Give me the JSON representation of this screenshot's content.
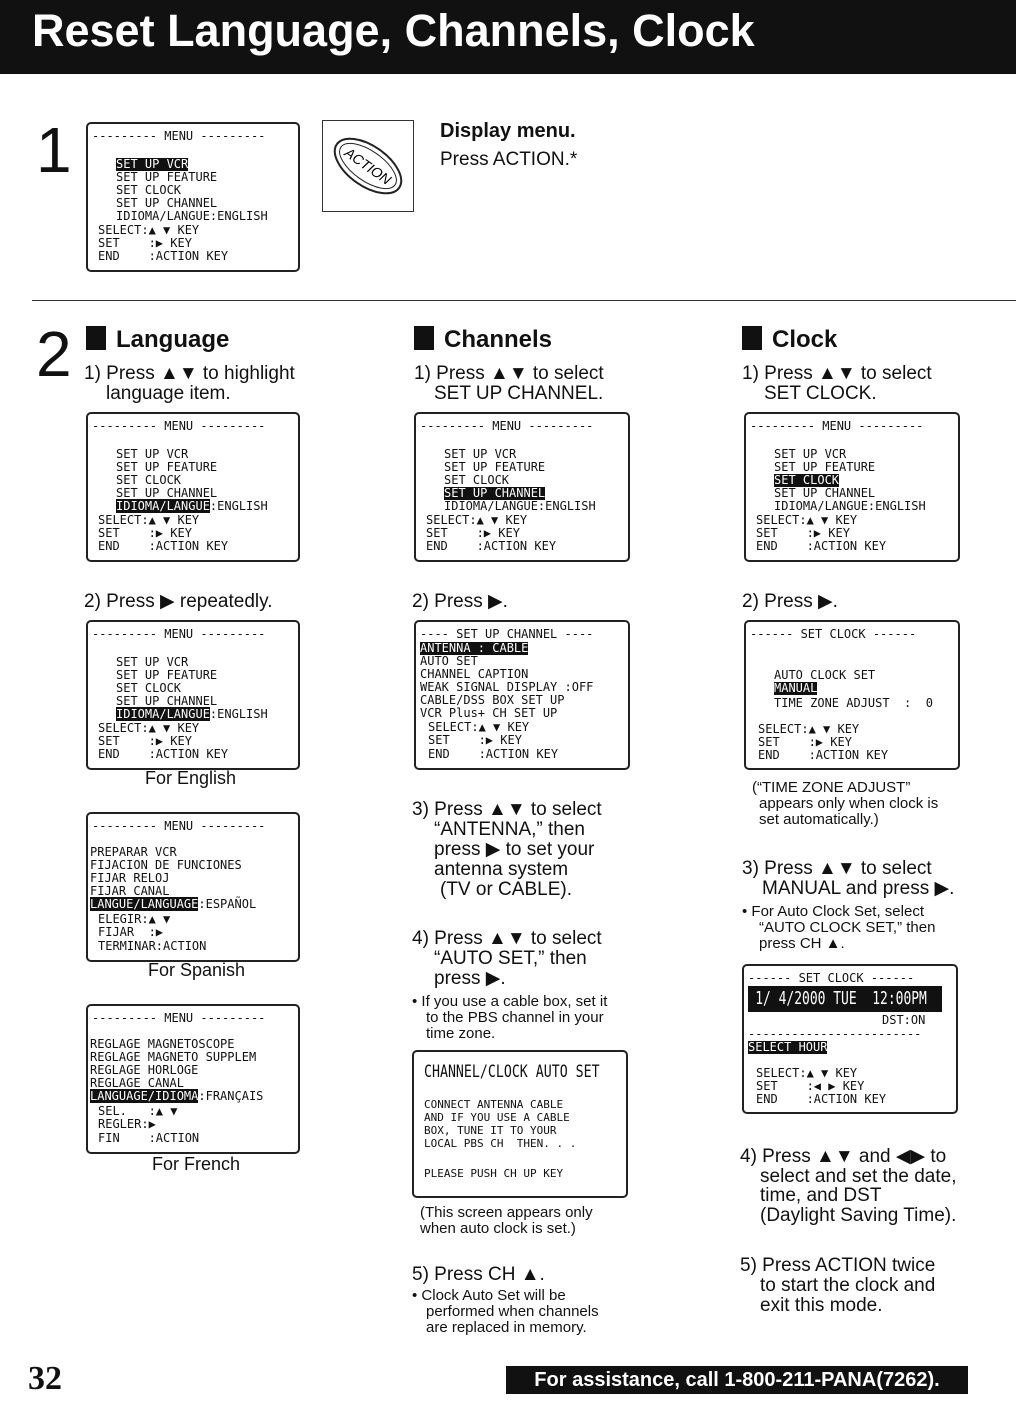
{
  "page": {
    "title": "Reset Language, Channels, Clock",
    "page_number": "32",
    "footer": "For assistance, call 1-800-211-PANA(7262)."
  },
  "step1": {
    "number": "1",
    "heading": "Display menu.",
    "instruction": "Press ACTION.*",
    "action_button_label": "ACTION",
    "menu": {
      "header": "--------- MENU ---------",
      "items": [
        "SET UP VCR",
        "SET UP FEATURE",
        "SET CLOCK",
        "SET UP CHANNEL",
        "IDIOMA/LANGUE:ENGLISH"
      ],
      "select": "SELECT:▲ ▼ KEY",
      "set": "SET    :▶ KEY",
      "end": "END    :ACTION KEY"
    }
  },
  "step2": {
    "number": "2",
    "language": {
      "heading": "Language",
      "s1": "1) Press ▲▼ to highlight",
      "s1b": "language item.",
      "s2": "2) Press ▶ repeatedly.",
      "menu1": {
        "header": "--------- MENU ---------",
        "i1": "SET UP VCR",
        "i2": "SET UP FEATURE",
        "i3": "SET CLOCK",
        "i4": "SET UP CHANNEL",
        "i5a": "IDIOMA/LANGUE",
        "i5b": ":ENGLISH",
        "select": "SELECT:▲ ▼ KEY",
        "set": "SET    :▶ KEY",
        "end": "END    :ACTION KEY"
      },
      "menu2_caption": "For English",
      "spanish": {
        "header": "--------- MENU ---------",
        "i1": "PREPARAR VCR",
        "i2": "FIJACION DE FUNCIONES",
        "i3": "FIJAR RELOJ",
        "i4": "FIJAR CANAL",
        "i5a": "LANGUE/LANGUAGE",
        "i5b": ":ESPAÑOL",
        "l6": "ELEGIR:▲ ▼",
        "l7": "FIJAR  :▶",
        "l8": "TERMINAR:ACTION",
        "caption": "For Spanish"
      },
      "french": {
        "header": "--------- MENU ---------",
        "i1": "REGLAGE MAGNETOSCOPE",
        "i2": "REGLAGE MAGNETO SUPPLEM",
        "i3": "REGLAGE HORLOGE",
        "i4": "REGLAGE CANAL",
        "i5a": "LANGUAGE/IDIOMA",
        "i5b": ":FRANÇAIS",
        "l6": "SEL.   :▲ ▼",
        "l7": "REGLER:▶",
        "l8": "FIN    :ACTION",
        "caption": "For French"
      }
    },
    "channels": {
      "heading": "Channels",
      "s1": "1) Press ▲▼ to select",
      "s1b": "SET UP CHANNEL.",
      "s2": "2) Press ▶.",
      "s3": [
        "3) Press ▲▼ to select",
        "“ANTENNA,” then",
        "press ▶ to set your",
        "antenna system",
        "(TV or CABLE)."
      ],
      "s4": [
        "4) Press ▲▼ to select",
        "“AUTO SET,” then",
        "press ▶."
      ],
      "note4": [
        "• If you use a cable box, set it",
        "to the PBS channel in your",
        "time zone."
      ],
      "autoset": {
        "title": "CHANNEL/CLOCK AUTO SET",
        "body": [
          "CONNECT ANTENNA CABLE",
          "AND IF YOU USE A CABLE",
          "BOX, TUNE IT TO YOUR",
          "LOCAL PBS CH  THEN. . ."
        ],
        "push": "PLEASE PUSH CH UP KEY"
      },
      "autoset_note": [
        "(This screen appears only",
        "when auto clock is set.)"
      ],
      "s5": "5) Press CH ▲.",
      "note5": [
        "• Clock Auto Set will be",
        "performed when channels",
        "are replaced in memory."
      ],
      "menu": {
        "header": "--------- MENU ---------",
        "i1": "SET UP VCR",
        "i2": "SET UP FEATURE",
        "i3": "SET CLOCK",
        "i4": "SET UP CHANNEL",
        "i5": "IDIOMA/LANGUE:ENGLISH",
        "select": "SELECT:▲ ▼ KEY",
        "set": "SET    :▶ KEY",
        "end": "END    :ACTION KEY"
      },
      "chmenu": {
        "header": "---- SET UP CHANNEL ----",
        "l1": "ANTENNA : CABLE",
        "l2": "AUTO SET",
        "l3": "CHANNEL CAPTION",
        "l4": "WEAK SIGNAL DISPLAY :OFF",
        "l5": "CABLE/DSS BOX SET UP",
        "l6": "VCR Plus+ CH SET UP",
        "select": "SELECT:▲ ▼ KEY",
        "set": "SET    :▶ KEY",
        "end": "END    :ACTION KEY"
      }
    },
    "clock": {
      "heading": "Clock",
      "s1": "1) Press ▲▼ to select",
      "s1b": "SET CLOCK.",
      "s2": "2) Press ▶.",
      "tz_note": [
        "(“TIME ZONE ADJUST”",
        "appears only when clock is",
        "set automatically.)"
      ],
      "s3": [
        "3) Press ▲▼ to select",
        "MANUAL and press ▶."
      ],
      "note3": [
        "• For Auto Clock Set, select",
        "“AUTO CLOCK SET,” then",
        "press CH ▲."
      ],
      "s4": [
        "4) Press ▲▼ and ◀▶ to",
        "select and set the date,",
        "time, and DST",
        "(Daylight Saving Time)."
      ],
      "s5": [
        "5) Press ACTION twice",
        "to start the clock and",
        "exit this mode."
      ],
      "menu": {
        "header": "--------- MENU ---------",
        "i1": "SET UP VCR",
        "i2": "SET UP FEATURE",
        "i3": "SET CLOCK",
        "i4": "SET UP CHANNEL",
        "i5": "IDIOMA/LANGUE:ENGLISH",
        "select": "SELECT:▲ ▼ KEY",
        "set": "SET    :▶ KEY",
        "end": "END    :ACTION KEY"
      },
      "clkmenu": {
        "header": "------ SET CLOCK ------",
        "l1": "AUTO CLOCK SET",
        "l2": "MANUAL",
        "l3": "TIME ZONE ADJUST  :  0",
        "select": "SELECT:▲ ▼ KEY",
        "set": "SET    :▶ KEY",
        "end": "END    :ACTION KEY"
      },
      "setclock": {
        "header": "------ SET CLOCK ------",
        "datetime": "1/ 4/2000 TUE  12:00PM",
        "dst": "DST:ON",
        "dashes": "------------------------",
        "select_hour": "SELECT HOUR",
        "select": "SELECT:▲ ▼ KEY",
        "set": "SET    :◀ ▶ KEY",
        "end": "END    :ACTION KEY"
      }
    }
  }
}
